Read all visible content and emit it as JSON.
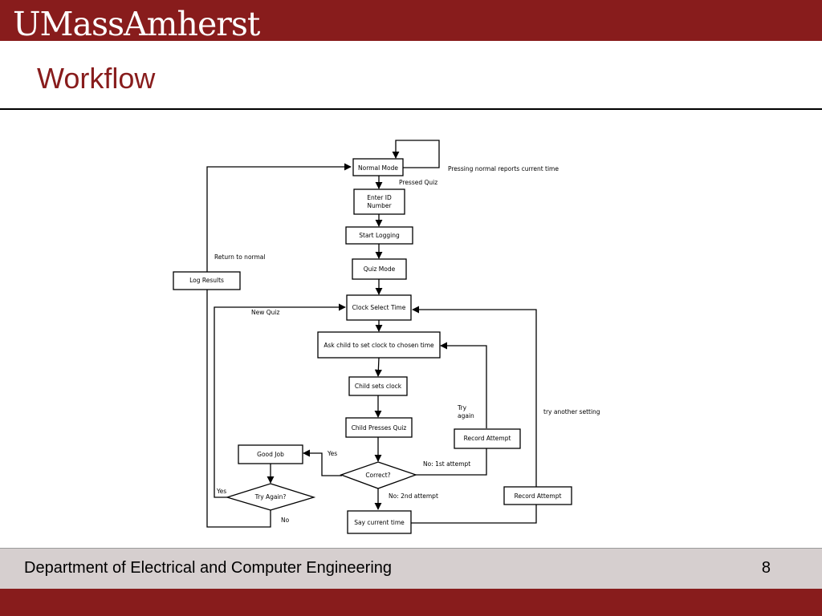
{
  "header": {
    "logo": "UMassAmherst",
    "title": "Workflow"
  },
  "footer": {
    "department": "Department of Electrical and Computer Engineering",
    "page": "8"
  },
  "colors": {
    "brand": "#881c1c",
    "footer_bg": "#d6cfcf"
  },
  "diagram": {
    "nodes": {
      "normal_mode": "Normal Mode",
      "enter_id_1": "Enter ID",
      "enter_id_2": "Number",
      "start_logging": "Start Logging",
      "quiz_mode": "Quiz Mode",
      "log_results": "Log Results",
      "clock_select": "Clock Select Time",
      "ask_child": "Ask child to set clock to chosen time",
      "child_sets": "Child sets clock",
      "child_presses": "Child Presses Quiz",
      "record_attempt_1": "Record Attempt",
      "good_job": "Good Job",
      "correct": "Correct?",
      "try_again": "Try Again?",
      "record_attempt_2": "Record Attempt",
      "say_time": "Say current time"
    },
    "labels": {
      "pressing_normal": "Pressing normal reports current time",
      "pressed_quiz": "Pressed Quiz",
      "return_normal": "Return to normal",
      "new_quiz": "New Quiz",
      "try_again_1": "Try",
      "try_again_2": "again",
      "try_another": "try another setting",
      "yes_correct": "Yes",
      "no_first": "No: 1st attempt",
      "yes_try": "Yes",
      "no_second": "No: 2nd attempt",
      "no_try": "No"
    }
  }
}
